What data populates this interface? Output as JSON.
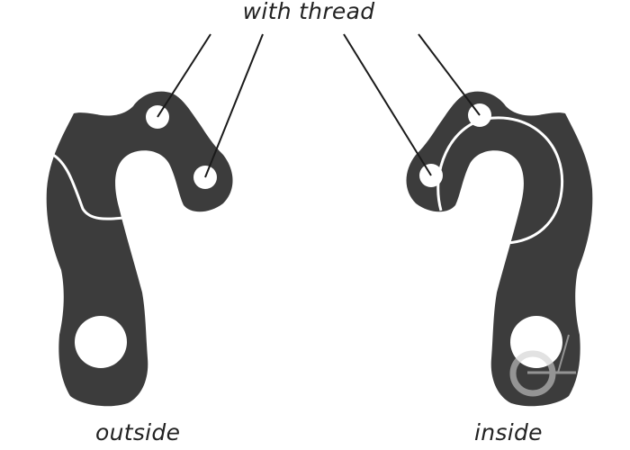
{
  "labels": {
    "title": "with thread",
    "outside": "outside",
    "inside": "inside"
  },
  "colors": {
    "hanger_fill": "#3c3c3c",
    "hole": "#ffffff",
    "leader_line": "#1a1a1a",
    "text": "#222222",
    "background": "#ffffff"
  }
}
